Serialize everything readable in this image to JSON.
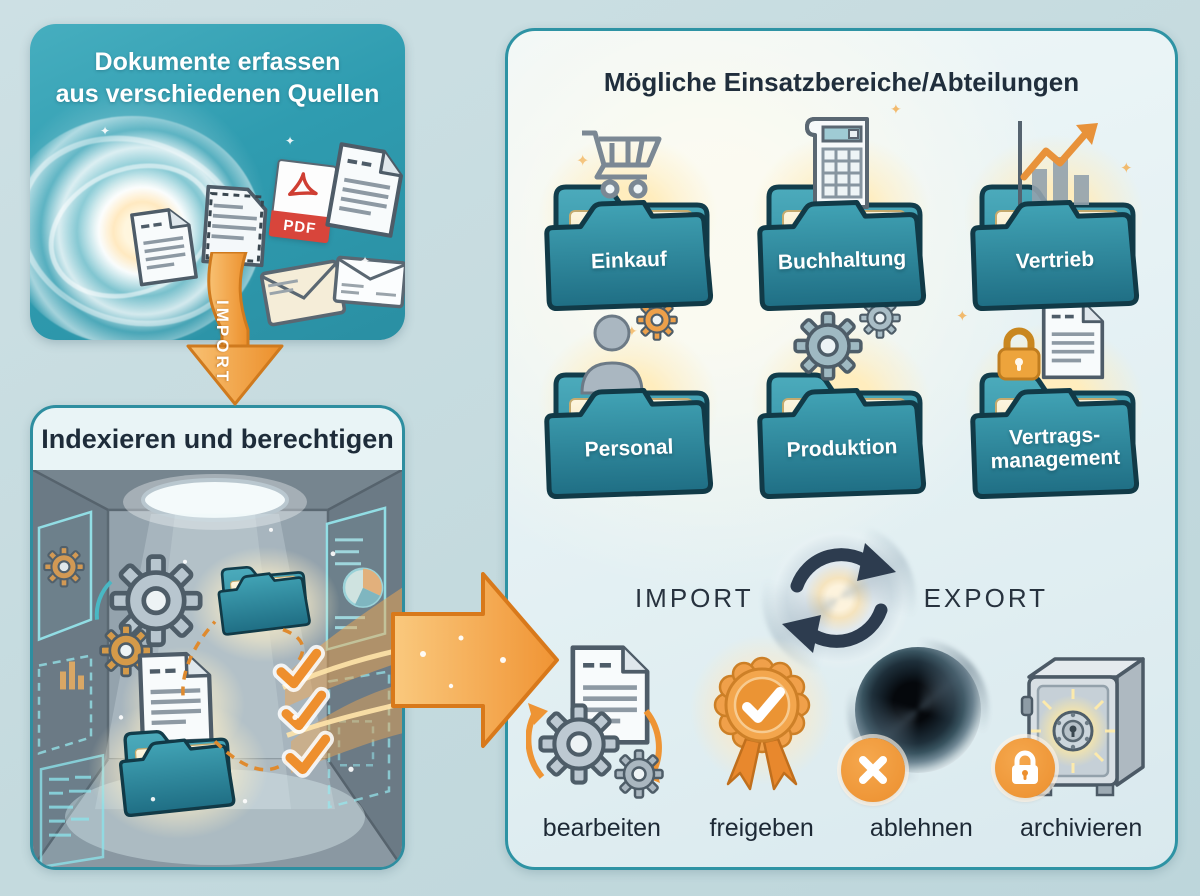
{
  "colors": {
    "background": "#c4dade",
    "capture_box_teal": "#2f9cb0",
    "panel_background": "#e9f3f5",
    "panel_border": "#2e93a4",
    "folder_teal": "#2f8ba0",
    "accent_orange": "#ee9434",
    "navy_text": "#1f2c3a",
    "pdf_red": "#d8453b"
  },
  "capture_box": {
    "title": "Dokumente erfassen\naus verschiedenen Quellen",
    "pdf_label": "PDF",
    "arrow_label": "IMPORT"
  },
  "index_box": {
    "title": "Indexieren und berechtigen"
  },
  "right_panel": {
    "title": "Mögliche Einsatzbereiche/Abteilungen",
    "folders": [
      {
        "label": "Einkauf",
        "icon": "shopping-cart-icon"
      },
      {
        "label": "Buchhaltung",
        "icon": "calculator-receipt-icon"
      },
      {
        "label": "Vertrieb",
        "icon": "growth-chart-icon"
      },
      {
        "label": "Personal",
        "icon": "person-gear-icon"
      },
      {
        "label": "Produktion",
        "icon": "gears-icon"
      },
      {
        "label": "Vertrags-\nmanagement",
        "icon": "lock-document-icon"
      }
    ],
    "sync": {
      "import_label": "IMPORT",
      "export_label": "EXPORT"
    },
    "actions": [
      {
        "label": "bearbeiten",
        "icon": "document-gears-icon"
      },
      {
        "label": "freigeben",
        "icon": "award-check-icon"
      },
      {
        "label": "ablehnen",
        "icon": "vortex-reject-icon"
      },
      {
        "label": "archivieren",
        "icon": "safe-lock-icon"
      }
    ]
  }
}
